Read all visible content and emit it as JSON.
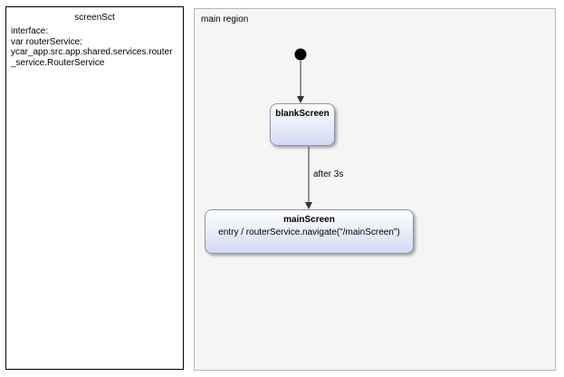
{
  "specification": {
    "title": "screenSct",
    "text": "interface:\nvar routerService:\nycar_app.src.app.shared.services.router\n_service.RouterService"
  },
  "region": {
    "title": "main region"
  },
  "states": {
    "blank_screen": {
      "name": "blankScreen"
    },
    "main_screen": {
      "name": "mainScreen",
      "action": "entry / routerService.navigate(\"/mainScreen\")"
    }
  },
  "transitions": {
    "blank_to_main": {
      "label": "after 3s"
    }
  },
  "colors": {
    "state_border": "#8a97a8",
    "state_gradient_top": "#ffffff",
    "state_gradient_bottom": "#cfdcf3",
    "region_background": "#f5f5f5",
    "edge": "#333333"
  }
}
